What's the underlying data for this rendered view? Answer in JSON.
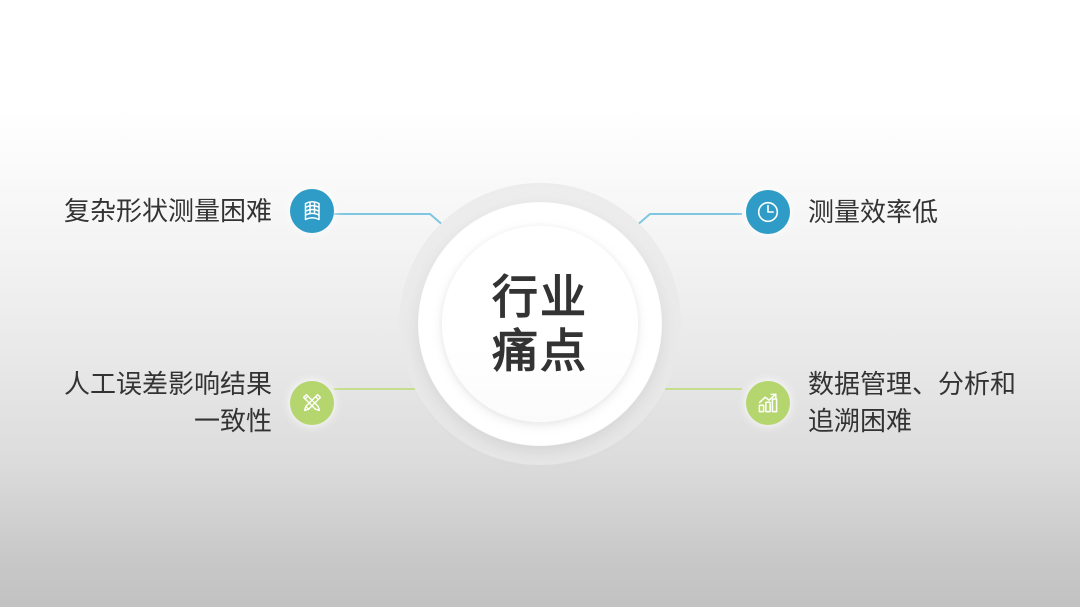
{
  "slide": {
    "background_top_color": "#ffffff",
    "background_bottom_color": "#c2c2c2",
    "center": {
      "title": "行业\n痛点",
      "title_color": "#333333"
    },
    "theme": {
      "blue": "#2e9cc6",
      "blue_line": "#6fc2dd",
      "green": "#b5d66f",
      "green_line": "#c5de8d",
      "text": "#333333"
    },
    "nodes": [
      {
        "id": "complex-shape",
        "label": "复杂形状测量困难",
        "icon": "curved-mesh-grid-icon",
        "color": "#2e9cc6",
        "side": "left",
        "position": "top"
      },
      {
        "id": "efficiency",
        "label": "测量效率低",
        "icon": "clock-icon",
        "color": "#2e9cc6",
        "side": "right",
        "position": "top"
      },
      {
        "id": "manual-error",
        "label": "人工误差影响结果\n一致性",
        "icon": "pencil-ruler-icon",
        "color": "#b5d66f",
        "side": "left",
        "position": "bottom"
      },
      {
        "id": "data-mgmt",
        "label": "数据管理、分析和\n追溯困难",
        "icon": "bar-chart-growth-icon",
        "color": "#b5d66f",
        "side": "right",
        "position": "bottom"
      }
    ]
  }
}
